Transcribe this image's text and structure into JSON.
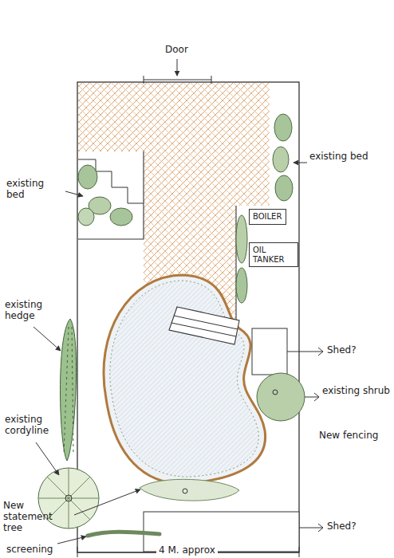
{
  "diagram": {
    "nodes": [
      {
        "text": [
          "BOILER"
        ]
      },
      {
        "text": [
          "OIL TANKER"
        ]
      }
    ],
    "labels": [
      "Door",
      "existing bed",
      "existing bed",
      "existing hedge",
      "Shed?",
      "existing shrub",
      "New fencing",
      "existing cordyline",
      "New statement tree",
      "screening",
      "Shed?",
      "4 M. approx"
    ]
  }
}
